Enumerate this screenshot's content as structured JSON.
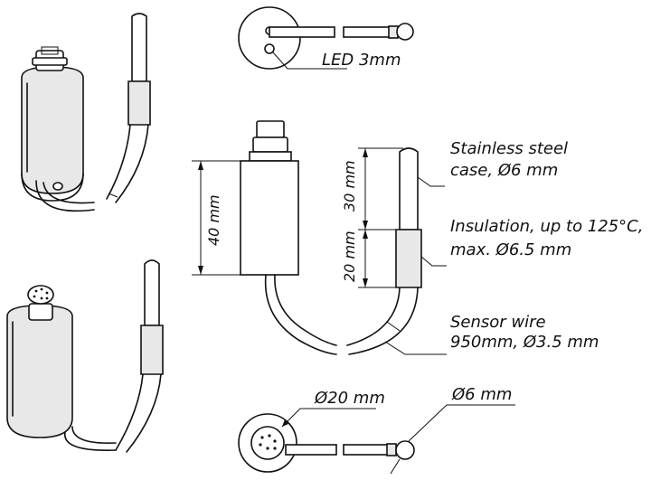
{
  "labels": {
    "led": "LED 3mm",
    "stainless_line1": "Stainless steel",
    "stainless_line2": "case, Ø6 mm",
    "insulation_line1": "Insulation, up to 125°C,",
    "insulation_line2": "max. Ø6.5 mm",
    "wire_line1": "Sensor wire",
    "wire_line2": "950mm, Ø3.5 mm",
    "dim_body_length": "40 mm",
    "dim_case_length": "30 mm",
    "dim_insulation_length": "20 mm",
    "dim_body_diameter": "Ø20 mm",
    "dim_tip_diameter": "Ø6 mm"
  },
  "colors": {
    "line": "#111111",
    "background": "#ffffff",
    "shade": "#e8e8e8"
  }
}
